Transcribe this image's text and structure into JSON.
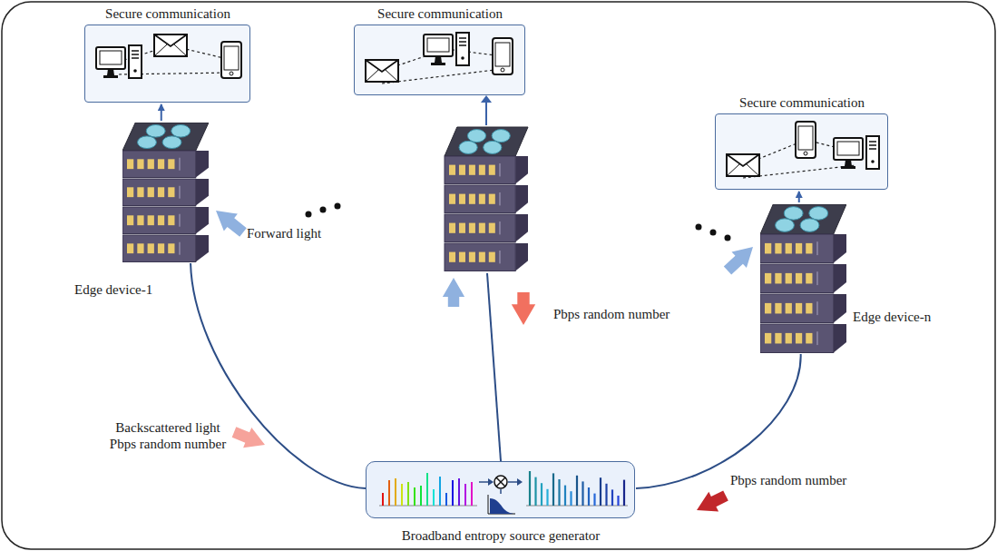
{
  "diagram": {
    "nodes": [
      {
        "text": [
          "Secure communication"
        ]
      },
      {
        "text": [
          "Secure communication"
        ]
      },
      {
        "text": [
          "Secure communication"
        ]
      },
      {
        "text": [
          "Edge device-1"
        ]
      },
      {
        "text": [
          "Edge device-n"
        ]
      },
      {
        "text": [
          "Broadband entropy source generator"
        ]
      }
    ],
    "edges": [
      {
        "from": 3,
        "to": 0,
        "arrow": "to"
      },
      {
        "from": 4,
        "to": 2,
        "arrow": "to"
      },
      {
        "from": 5,
        "to": 3,
        "arrow": "none"
      },
      {
        "from": 5,
        "to": 4,
        "arrow": "none"
      }
    ],
    "labels": [
      "Forward light",
      "Pbps random number",
      "Backscattered light Pbps random number",
      "Pbps random number"
    ]
  }
}
